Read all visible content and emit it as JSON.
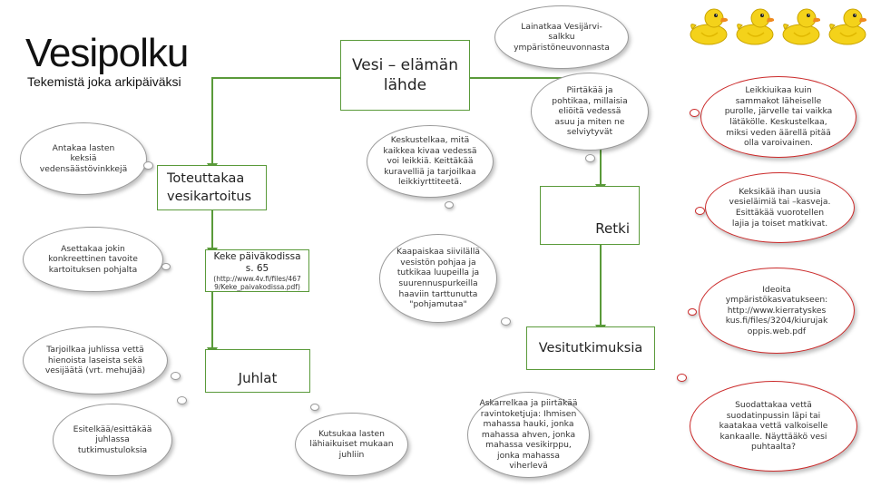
{
  "title": "Vesipolku",
  "subtitle": "Tekemistä joka arkipäiväksi",
  "boxes": {
    "vesi": "Vesi – elämän\nlähde",
    "toteuttakaa": "Toteuttakaa\nvesikartoitus",
    "keke_main": "Keke päiväkodissa\ns. 65",
    "keke_link": "(http://www.4v.fi/files/467\n9/Keke_paivakodissa.pdf)",
    "juhlat": "Juhlat",
    "retki": "Retki",
    "vesitutkimuksia": "Vesitutkimuksia"
  },
  "clouds": {
    "antakaa": "Antakaa lasten\nkeksiä\nvedensäästövinkkejä",
    "asettakaa": "Asettakaa jokin\nkonkreettinen tavoite\nkartoituksen pohjalta",
    "tarjoilkaa": "Tarjoilkaa juhlissa vettä\nhienoista laseista sekä\nvesijäätä (vrt. mehujää)",
    "esitelkaa": "Esitelkää/esittäkää\njuhlassa\ntutkimustuloksia",
    "kutsukaa": "Kutsukaa lasten\nlähiaikuiset mukaan\njuhliin",
    "keskustelkaa": "Keskustelkaa, mitä\nkaikkea kivaa vedessä\nvoi leikkiä. Keittäkää\nkuravelliä ja tarjoilkaa\nleikkiyrttiteetä.",
    "lainatkaa": "Lainatkaa Vesijärvi-\nsalkku\nympäristöneuvonnasta",
    "piirtakaa": "Piirtäkää ja\npohtikaa, millaisia\neliöitä vedessä\nasuu ja miten ne\nselviytyvät",
    "leikkiuikaa": "Leikkiuikaa kuin\nsammakot läheiselle\npurolle, järvelle tai vaikka\nlätäkölle. Keskustelkaa,\nmiksi veden äärellä pitää\nolla varoivainen.",
    "keksikaa": "Keksikää ihan uusia\nvesieläimiä tai –kasveja.\nEsittäkää vuorotellen\nlajia ja toiset matkivat.",
    "kaapaiskaa": "Kaapaiskaa siivilällä\nvesistön pohjaa ja\ntutkikaa luupeilla ja\nsuurennuspurkeilla\nhaaviin tarttunutta\n\"pohjamutaa\"",
    "ideoita": "Ideoita\nympäristökasvatukseen:\nhttp://www.kierratyskes\nkus.fi/files/3204/kiurujak\noppis.web.pdf",
    "askarrelkaa": "Askarrelkaa ja piirtäkää\nravintoketjuja: Ihmisen\nmahassa hauki, jonka\nmahassa ahven, jonka\nmahassa vesikirppu,\njonka mahassa viherlevä",
    "suodattakaa": "Suodattakaa vettä\nsuodatinpussin läpi tai\nkaatakaa vettä valkoiselle\nkankaalle. Näyttääkö vesi\npuhtaalta?"
  },
  "colors": {
    "connector": "#5a9a3a",
    "box_border": "#5a9a3a",
    "cloud_gray_border": "#9a9a9a",
    "cloud_red_border": "#cc2b2b",
    "duck_yellow": "#f4d21a",
    "duck_beak": "#f08a1e"
  },
  "icons": [
    "rubber-duck-icon",
    "rubber-duck-icon",
    "rubber-duck-icon",
    "rubber-duck-icon"
  ]
}
